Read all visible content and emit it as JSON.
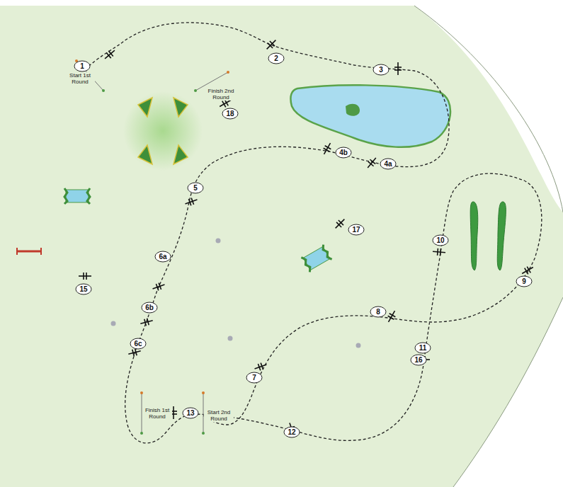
{
  "diagram": {
    "nodes": [
      {
        "text": [
          "1"
        ]
      },
      {
        "text": [
          "2"
        ]
      },
      {
        "text": [
          "3"
        ]
      },
      {
        "text": [
          "18"
        ]
      },
      {
        "text": [
          "4b"
        ]
      },
      {
        "text": [
          "4a"
        ]
      },
      {
        "text": [
          "5"
        ]
      },
      {
        "text": [
          "17"
        ]
      },
      {
        "text": [
          "10"
        ]
      },
      {
        "text": [
          "6a"
        ]
      },
      {
        "text": [
          "9"
        ]
      },
      {
        "text": [
          "15"
        ]
      },
      {
        "text": [
          "6b"
        ]
      },
      {
        "text": [
          "8"
        ]
      },
      {
        "text": [
          "6c"
        ]
      },
      {
        "text": [
          "11"
        ]
      },
      {
        "text": [
          "16"
        ]
      },
      {
        "text": [
          "7"
        ]
      },
      {
        "text": [
          "13"
        ]
      },
      {
        "text": [
          "12"
        ]
      }
    ],
    "labels": [
      "Start 1st Round",
      "Finish 2nd Round",
      "Finish 1st Round",
      "Start 2nd Round"
    ]
  }
}
